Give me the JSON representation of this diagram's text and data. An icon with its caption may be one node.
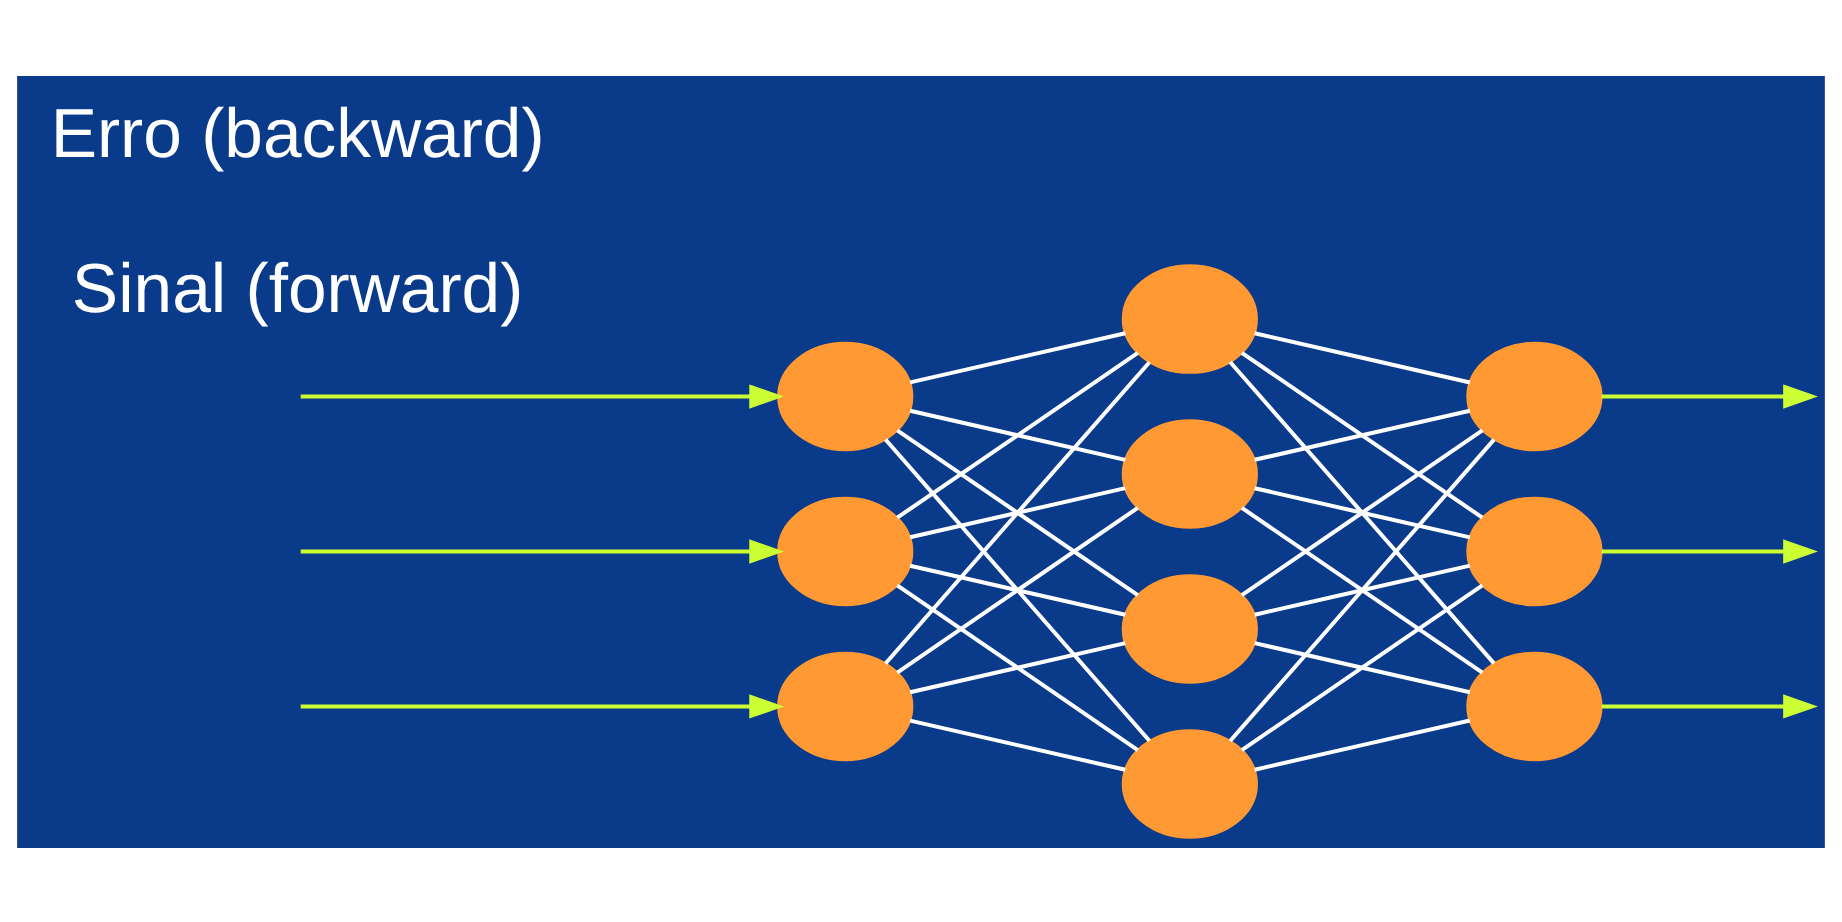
{
  "diagram": {
    "nodes": [
      {
        "text": [],
        "shape": "circle"
      },
      {
        "text": [],
        "shape": "circle"
      },
      {
        "text": [],
        "shape": "circle"
      },
      {
        "text": [],
        "shape": "circle"
      },
      {
        "text": [],
        "shape": "circle"
      },
      {
        "text": [],
        "shape": "circle"
      },
      {
        "text": [],
        "shape": "circle"
      },
      {
        "text": [],
        "shape": "circle"
      },
      {
        "text": [],
        "shape": "circle"
      },
      {
        "text": [],
        "shape": "circle"
      }
    ],
    "edges": [
      {
        "from": null,
        "to": 0,
        "arrow": "to",
        "color": "#ccff33"
      },
      {
        "from": null,
        "to": 1,
        "arrow": "to",
        "color": "#ccff33"
      },
      {
        "from": null,
        "to": 2,
        "arrow": "to",
        "color": "#ccff33"
      },
      {
        "from": 0,
        "to": 3,
        "arrow": "none"
      },
      {
        "from": 0,
        "to": 4,
        "arrow": "none"
      },
      {
        "from": 0,
        "to": 5,
        "arrow": "none"
      },
      {
        "from": 0,
        "to": 6,
        "arrow": "none"
      },
      {
        "from": 1,
        "to": 3,
        "arrow": "none"
      },
      {
        "from": 1,
        "to": 4,
        "arrow": "none"
      },
      {
        "from": 1,
        "to": 5,
        "arrow": "none"
      },
      {
        "from": 1,
        "to": 6,
        "arrow": "none"
      },
      {
        "from": 2,
        "to": 3,
        "arrow": "none"
      },
      {
        "from": 2,
        "to": 4,
        "arrow": "none"
      },
      {
        "from": 2,
        "to": 5,
        "arrow": "none"
      },
      {
        "from": 2,
        "to": 6,
        "arrow": "none"
      },
      {
        "from": 3,
        "to": 7,
        "arrow": "none"
      },
      {
        "from": 3,
        "to": 8,
        "arrow": "none"
      },
      {
        "from": 3,
        "to": 9,
        "arrow": "none"
      },
      {
        "from": 4,
        "to": 7,
        "arrow": "none"
      },
      {
        "from": 4,
        "to": 8,
        "arrow": "none"
      },
      {
        "from": 4,
        "to": 9,
        "arrow": "none"
      },
      {
        "from": 5,
        "to": 7,
        "arrow": "none"
      },
      {
        "from": 5,
        "to": 8,
        "arrow": "none"
      },
      {
        "from": 5,
        "to": 9,
        "arrow": "none"
      },
      {
        "from": 6,
        "to": 7,
        "arrow": "none"
      },
      {
        "from": 6,
        "to": 8,
        "arrow": "none"
      },
      {
        "from": 6,
        "to": 9,
        "arrow": "none"
      },
      {
        "from": 7,
        "to": null,
        "arrow": "to",
        "color": "#ccff33"
      },
      {
        "from": 8,
        "to": null,
        "arrow": "to",
        "color": "#ccff33"
      },
      {
        "from": 9,
        "to": null,
        "arrow": "to",
        "color": "#ccff33"
      }
    ],
    "labels": [
      "Sinal (forward)",
      "Erro (backward)"
    ]
  }
}
